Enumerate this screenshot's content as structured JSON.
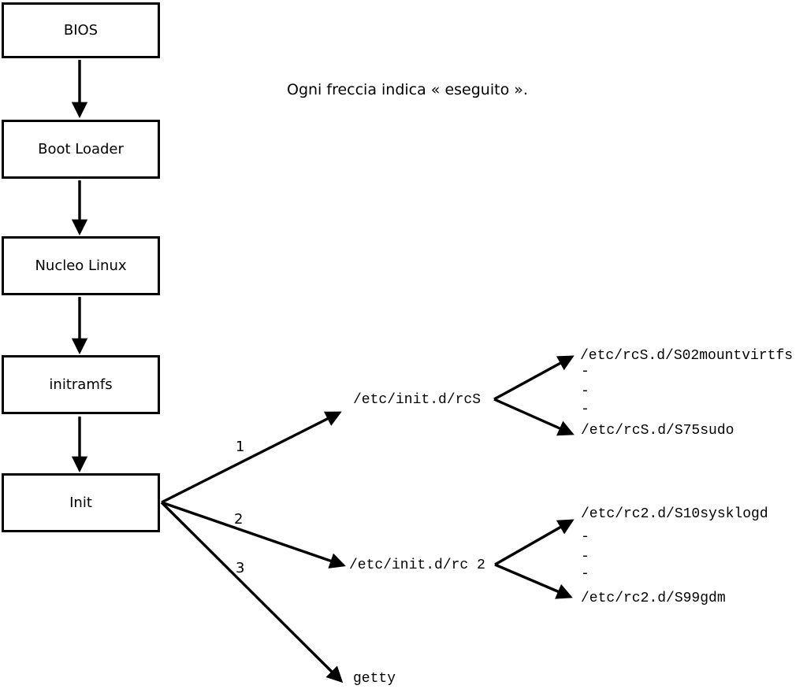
{
  "diagram": {
    "caption": "Ogni freccia indica « eseguito ».",
    "boot_chain": [
      {
        "label": "BIOS"
      },
      {
        "label": "Boot Loader"
      },
      {
        "label": "Nucleo Linux"
      },
      {
        "label": "initramfs"
      },
      {
        "label": "Init"
      }
    ],
    "fanout": {
      "labels": {
        "first": "1",
        "second": "2",
        "third": "3"
      },
      "rcS": {
        "label": "/etc/init.d/rcS",
        "children": {
          "first": "/etc/rcS.d/S02mountvirtfs",
          "dash1": "-",
          "dash2": "-",
          "dash3": "-",
          "last": "/etc/rcS.d/S75sudo"
        }
      },
      "rc2": {
        "label": "/etc/init.d/rc 2",
        "children": {
          "first": "/etc/rc2.d/S10sysklogd",
          "dash1": "-",
          "dash2": "-",
          "dash3": "-",
          "last": "/etc/rc2.d/S99gdm"
        }
      },
      "getty": {
        "label": "getty"
      }
    },
    "colors": {
      "line": "#000000",
      "background": "#ffffff"
    }
  }
}
